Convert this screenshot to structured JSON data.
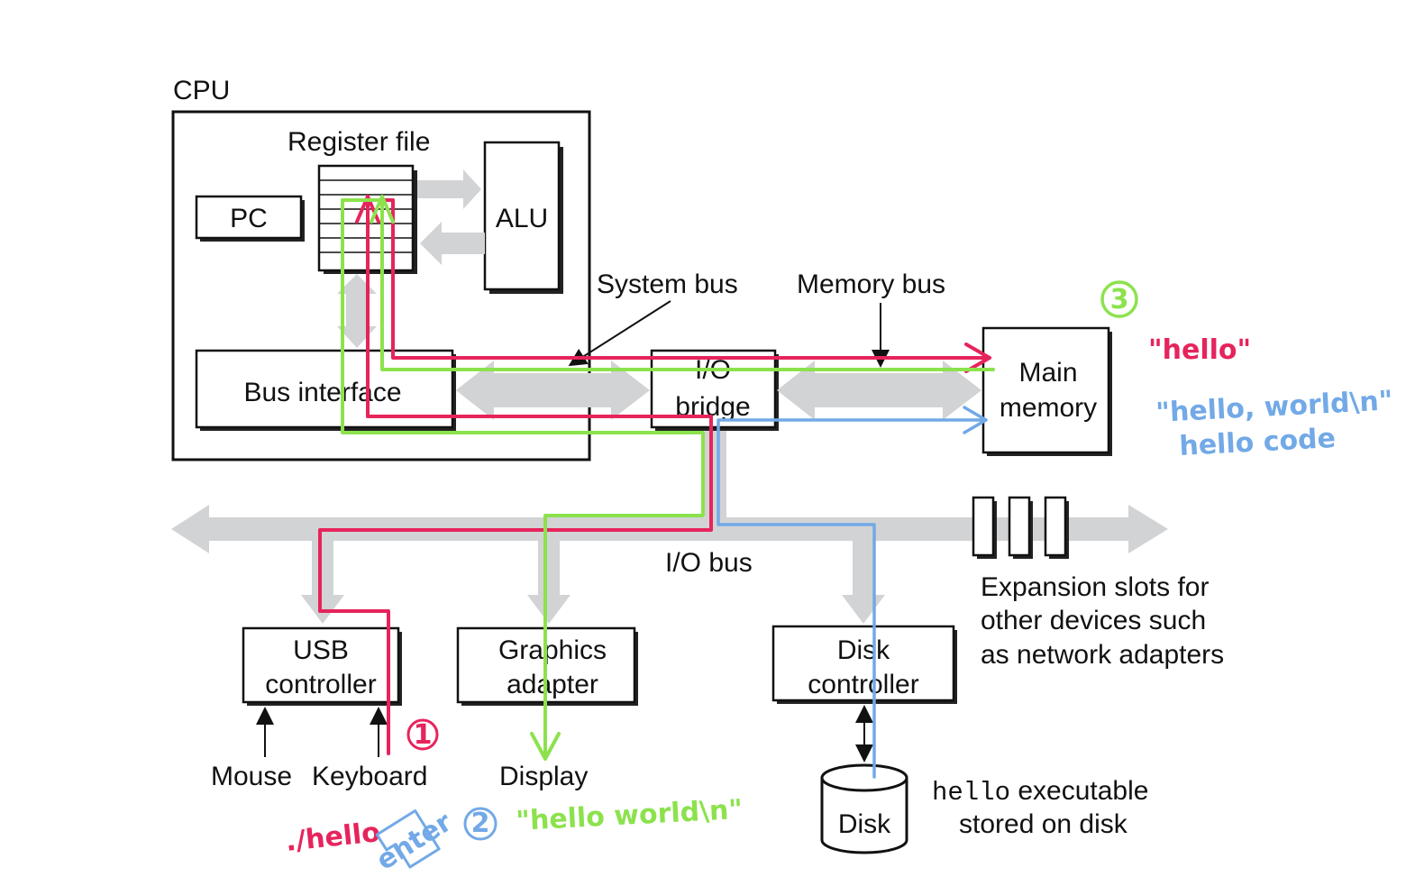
{
  "components": {
    "cpu": "CPU",
    "register_file": "Register file",
    "pc": "PC",
    "alu": "ALU",
    "bus_interface": "Bus interface",
    "io_bridge": [
      "I/O",
      "bridge"
    ],
    "main_memory": [
      "Main",
      "memory"
    ],
    "usb_controller": [
      "USB",
      "controller"
    ],
    "graphics_adapter": [
      "Graphics",
      "adapter"
    ],
    "disk_controller": [
      "Disk",
      "controller"
    ],
    "disk": "Disk"
  },
  "buses": {
    "system_bus": "System bus",
    "memory_bus": "Memory bus",
    "io_bus": "I/O bus"
  },
  "devices": {
    "mouse": "Mouse",
    "keyboard": "Keyboard",
    "display": "Display"
  },
  "notes": {
    "expansion_slots": [
      "Expansion slots for",
      "other devices such",
      "as network adapters"
    ],
    "disk_note_mono": "hello",
    "disk_note_line1": " executable",
    "disk_note_line2": "stored on disk"
  },
  "annotations": {
    "step1": "1",
    "step2": "2",
    "step3": "3",
    "typed_command": "./hello",
    "enter_key": "enter",
    "hello_memory": "\"hello\"",
    "output_string": "\"hello world\\n\"",
    "memory_string": "\"hello, world\\n\"",
    "hello_code": "hello code"
  },
  "colors": {
    "step1_path": "#e6245c",
    "step2_path": "#72a9e6",
    "step3_path": "#8ce24d",
    "bus": "#d2d3d5"
  }
}
